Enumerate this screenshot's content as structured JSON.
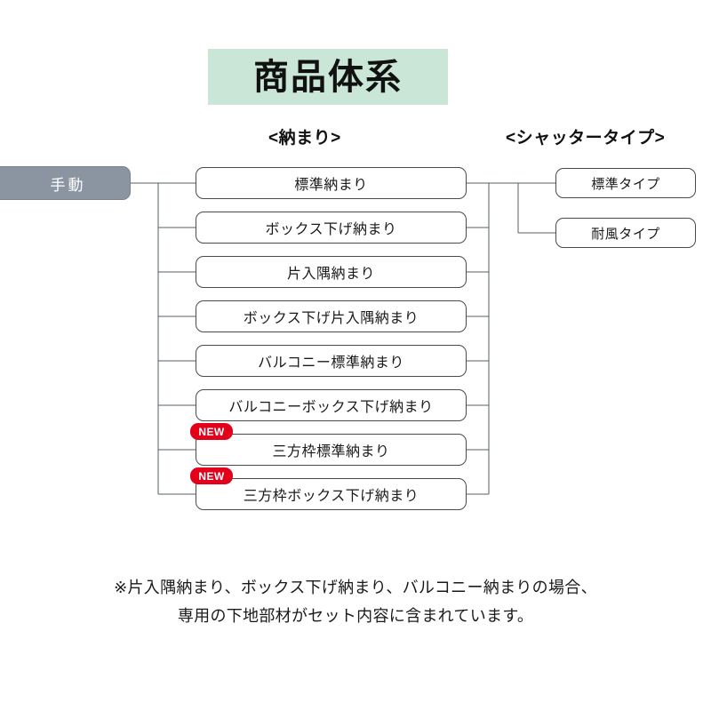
{
  "page": {
    "title": "商品体系",
    "title_bg_color": "#c9e6d6"
  },
  "headers": {
    "left_column": "<納まり>",
    "right_column": "<シャッタータイプ>"
  },
  "root": {
    "label": "手動",
    "bg_color": "#8b94a1",
    "text_color": "#ffffff"
  },
  "osamari_items": [
    {
      "label": "標準納まり",
      "badge": null
    },
    {
      "label": "ボックス下げ納まり",
      "badge": null
    },
    {
      "label": "片入隅納まり",
      "badge": null
    },
    {
      "label": "ボックス下げ片入隅納まり",
      "badge": null
    },
    {
      "label": "バルコニー標準納まり",
      "badge": null
    },
    {
      "label": "バルコニーボックス下げ納まり",
      "badge": null
    },
    {
      "label": "三方枠標準納まり",
      "badge": "NEW"
    },
    {
      "label": "三方枠ボックス下げ納まり",
      "badge": "NEW"
    }
  ],
  "shutter_items": [
    {
      "label": "標準タイプ"
    },
    {
      "label": "耐風タイプ"
    }
  ],
  "badge": {
    "text": "NEW",
    "bg_color": "#e2001a",
    "text_color": "#ffffff"
  },
  "footnote": {
    "line1": "※片入隅納まり、ボックス下げ納まり、バルコニー納まりの場合、",
    "line2": "専用の下地部材がセット内容に含まれています。"
  }
}
